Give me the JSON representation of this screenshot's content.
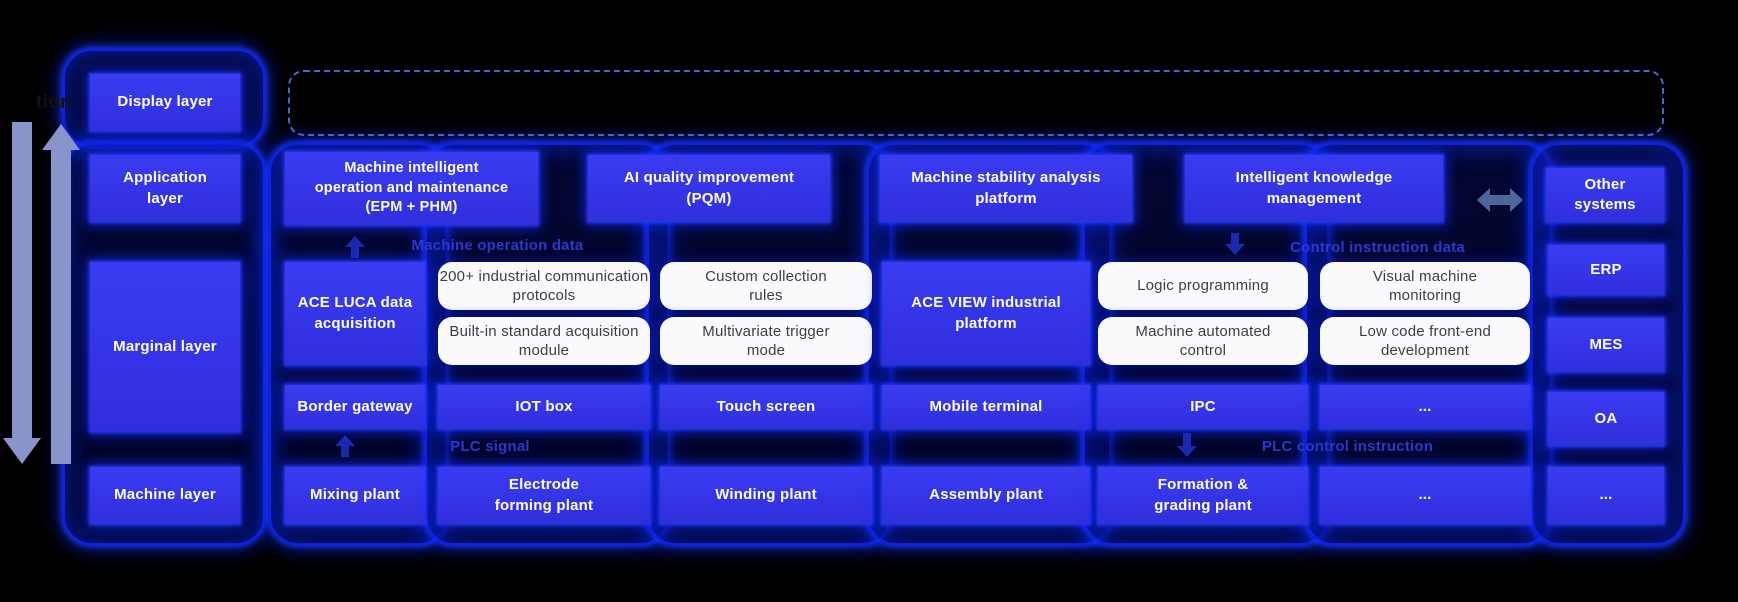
{
  "edge": {
    "partial_label": "tion"
  },
  "layers": [
    "Display layer",
    "Application layer",
    "Marginal layer",
    "Machine layer"
  ],
  "application_row": {
    "epm_phm": "Machine intelligent operation and maintenance (EPM + PHM)",
    "pqm": "AI quality improvement (PQM)",
    "stability": "Machine stability analysis platform",
    "knowledge": "Intelligent knowledge management"
  },
  "flow_labels": {
    "machine_operation_data": "Machine operation data",
    "control_instruction_data": "Control instruction data",
    "plc_signal": "PLC signal",
    "plc_control_instruction": "PLC control instruction"
  },
  "marginal_row": {
    "ace_luca": "ACE LUCA data acquisition",
    "acquisition_features": [
      "200+ industrial communication protocols",
      "Built-in standard acquisition module",
      "Custom collection rules",
      "Multivariate trigger mode"
    ],
    "ace_view": "ACE VIEW industrial platform",
    "control_features": [
      "Logic programming",
      "Machine automated control",
      "Visual machine monitoring",
      "Low code front-end development"
    ],
    "terminals": [
      "Border gateway",
      "IOT box",
      "Touch screen",
      "Mobile terminal",
      "IPC",
      "..."
    ]
  },
  "machine_row": [
    "Mixing plant",
    "Electrode forming plant",
    "Winding plant",
    "Assembly plant",
    "Formation & grading plant",
    "...",
    "..."
  ],
  "other_systems": {
    "title": "Other systems",
    "items": [
      "ERP",
      "MES",
      "OA",
      "..."
    ]
  },
  "icons": {
    "down_flow": "big-down-arrow",
    "up_flow": "big-up-arrow",
    "bidirectional_link": "double-headed-arrow"
  },
  "colors": {
    "background": "#000000",
    "box_blue": "#3434ea",
    "glow_blue": "#0a1eff",
    "white_box": "#fafafd",
    "white_box_text": "#3d3d46",
    "flow_label_blue": "#2a3ace",
    "dashed_border": "#5568dd",
    "side_arrow": "#8795ca",
    "link_arrow": "#4f669c"
  }
}
